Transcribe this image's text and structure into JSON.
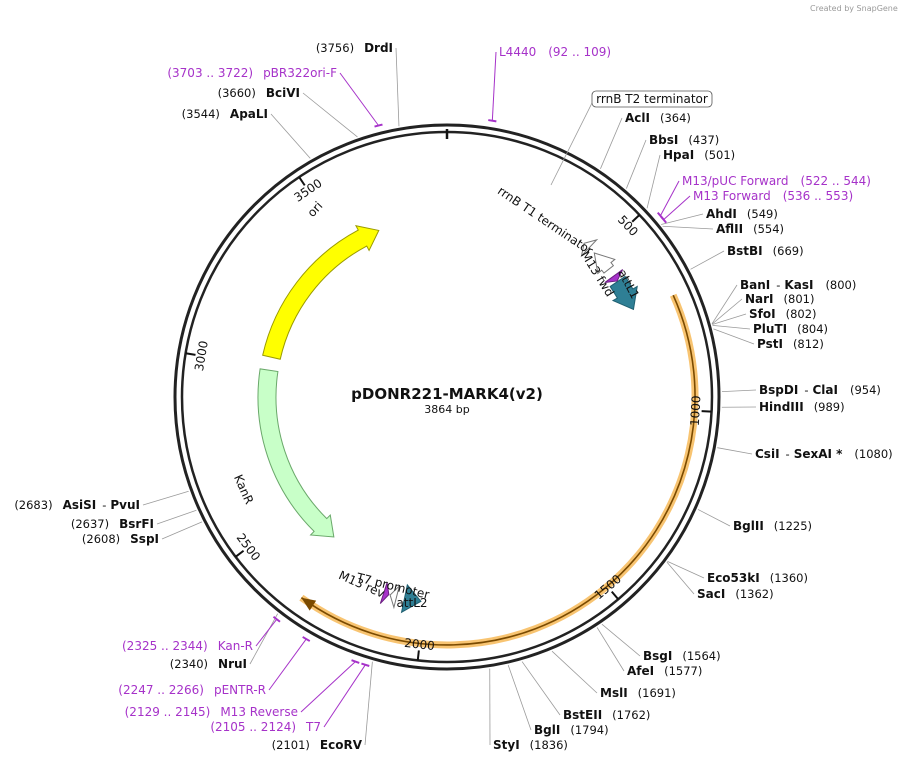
{
  "credit": "Created by SnapGene",
  "title": "pDONR221-MARK4(v2)",
  "size_label": "3864 bp",
  "total_bp": 3864,
  "ticks": [
    {
      "pos": 500,
      "label": "500"
    },
    {
      "pos": 1000,
      "label": "1000"
    },
    {
      "pos": 1500,
      "label": "1500"
    },
    {
      "pos": 2000,
      "label": "2000"
    },
    {
      "pos": 2500,
      "label": "2500"
    },
    {
      "pos": 3000,
      "label": "3000"
    },
    {
      "pos": 3500,
      "label": "3500"
    }
  ],
  "features": [
    {
      "id": "ori",
      "label": "ori",
      "color": "#ffff00",
      "stroke": "#9a9a00",
      "dir": "cw",
      "r": 180,
      "start": 3035,
      "end": 3625
    },
    {
      "id": "kanr",
      "label": "KanR",
      "color": "#c8ffc8",
      "stroke": "#6aa86a",
      "dir": "ccw",
      "r": 180,
      "start": 2350,
      "end": 2990
    },
    {
      "id": "attl1",
      "label": "attL1",
      "color": "#2f7f95",
      "stroke": "#1f5f70",
      "dir": "cw",
      "r": 206,
      "start": 600,
      "end": 696
    },
    {
      "id": "attl2",
      "label": "attL2",
      "color": "#2f7f95",
      "stroke": "#1f5f70",
      "dir": "ccw",
      "r": 206,
      "start": 2010,
      "end": 2060
    },
    {
      "id": "rrnb-t1",
      "label": "rrnB T1 terminator",
      "color": "#ffffff",
      "stroke": "#777777",
      "dir": "ccw",
      "r": 206,
      "start": 490,
      "end": 555
    },
    {
      "id": "rrnb-t2",
      "label": "rrnB T2 terminator",
      "color": "#ffffff",
      "stroke": "#777777",
      "dir": "ccw",
      "r": 206,
      "start": 448,
      "end": 468
    },
    {
      "id": "m13-fwd",
      "label": "M13 fwd",
      "color": "#a632c9",
      "stroke": "#6a1f80",
      "dir": "cw",
      "r": 206,
      "start": 580,
      "end": 598
    },
    {
      "id": "m13-rev",
      "label": "M13 rev",
      "color": "#a632c9",
      "stroke": "#6a1f80",
      "dir": "ccw",
      "r": 206,
      "start": 2108,
      "end": 2124
    },
    {
      "id": "t7-promoter",
      "label": "T7 promoter",
      "color": "#ffffff",
      "stroke": "#777777",
      "dir": "cw",
      "r": 206,
      "start": 2084,
      "end": 2104
    }
  ],
  "insert": {
    "start": 706,
    "end": 2318,
    "color": "#f5b041"
  },
  "enzymes": [
    {
      "name": "DrdI",
      "coord": "(3756)",
      "pos": 3756
    },
    {
      "name": "BciVI",
      "coord": "(3660)",
      "pos": 3660
    },
    {
      "name": "ApaLI",
      "coord": "(3544)",
      "pos": 3544
    },
    {
      "name": "AclI",
      "coord": "(364)",
      "pos": 364
    },
    {
      "name": "BbsI",
      "coord": "(437)",
      "pos": 437
    },
    {
      "name": "HpaI",
      "coord": "(501)",
      "pos": 501
    },
    {
      "name": "AhdI",
      "coord": "(549)",
      "pos": 549
    },
    {
      "name": "AflII",
      "coord": "(554)",
      "pos": 554
    },
    {
      "name": "BstBI",
      "coord": "(669)",
      "pos": 669
    },
    {
      "name": "BanI",
      "name2": "KasI",
      "coord": "(800)",
      "pos": 800
    },
    {
      "name": "NarI",
      "coord": "(801)",
      "pos": 801
    },
    {
      "name": "SfoI",
      "coord": "(802)",
      "pos": 802
    },
    {
      "name": "PluTI",
      "coord": "(804)",
      "pos": 804
    },
    {
      "name": "PstI",
      "coord": "(812)",
      "pos": 812
    },
    {
      "name": "BspDI",
      "name2": "ClaI",
      "coord": "(954)",
      "pos": 954
    },
    {
      "name": "HindIII",
      "coord": "(989)",
      "pos": 989
    },
    {
      "name": "CsiI",
      "name2": "SexAI *",
      "coord": "(1080)",
      "pos": 1080
    },
    {
      "name": "BglII",
      "coord": "(1225)",
      "pos": 1225
    },
    {
      "name": "Eco53kI",
      "coord": "(1360)",
      "pos": 1360
    },
    {
      "name": "SacI",
      "coord": "(1362)",
      "pos": 1362
    },
    {
      "name": "BsgI",
      "coord": "(1564)",
      "pos": 1564
    },
    {
      "name": "AfeI",
      "coord": "(1577)",
      "pos": 1577
    },
    {
      "name": "MslI",
      "coord": "(1691)",
      "pos": 1691
    },
    {
      "name": "BstEII",
      "coord": "(1762)",
      "pos": 1762
    },
    {
      "name": "BglI",
      "coord": "(1794)",
      "pos": 1794
    },
    {
      "name": "StyI",
      "coord": "(1836)",
      "pos": 1836
    },
    {
      "name": "EcoRV",
      "coord": "(2101)",
      "pos": 2101
    },
    {
      "name": "NruI",
      "coord": "(2340)",
      "pos": 2340
    },
    {
      "name": "SspI",
      "coord": "(2608)",
      "pos": 2608
    },
    {
      "name": "BsrFI",
      "coord": "(2637)",
      "pos": 2637
    },
    {
      "name": "AsiSI",
      "name2": "PvuI",
      "coord": "(2683)",
      "pos": 2683
    }
  ],
  "primers": [
    {
      "name": "L4440",
      "coord": "(92 .. 109)",
      "pos": 100
    },
    {
      "name": "pBR322ori-F",
      "coord": "(3703 .. 3722)",
      "pos": 3712
    },
    {
      "name": "M13/pUC Forward",
      "coord": "(522 .. 544)",
      "pos": 533
    },
    {
      "name": "M13 Forward",
      "coord": "(536 .. 553)",
      "pos": 544
    },
    {
      "name": "Kan-R",
      "coord": "(2325 .. 2344)",
      "pos": 2334
    },
    {
      "name": "pENTR-R",
      "coord": "(2247 .. 2266)",
      "pos": 2256
    },
    {
      "name": "M13 Reverse",
      "coord": "(2129 .. 2145)",
      "pos": 2137
    },
    {
      "name": "T7",
      "coord": "(2105 .. 2124)",
      "pos": 2114
    }
  ]
}
